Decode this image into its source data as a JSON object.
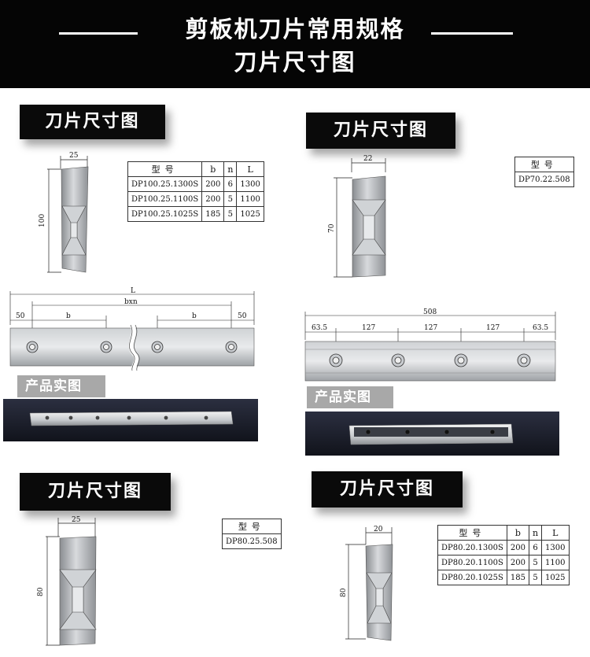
{
  "header": {
    "title_line1": "剪板机刀片常用规格",
    "title_line2": "刀片尺寸图"
  },
  "sections": {
    "tl": {
      "tag": "刀片尺寸图",
      "width_dim": "25",
      "height_dim": "100",
      "table": {
        "headers": [
          "型号",
          "b",
          "n",
          "L"
        ],
        "rows": [
          [
            "DP100.25.1300S",
            "200",
            "6",
            "1300"
          ],
          [
            "DP100.25.1100S",
            "200",
            "5",
            "1100"
          ],
          [
            "DP100.25.1025S",
            "185",
            "5",
            "1025"
          ]
        ]
      },
      "long_dims": {
        "total": "L",
        "inner": "bxn",
        "end_left": "50",
        "seg_left": "b",
        "seg_right": "b",
        "end_right": "50"
      },
      "photo_tag": "产品实图"
    },
    "tr": {
      "tag": "刀片尺寸图",
      "width_dim": "22",
      "height_dim": "70",
      "table": {
        "headers": [
          "型号"
        ],
        "rows": [
          [
            "DP70.22.508"
          ]
        ]
      },
      "long_dims": {
        "total": "508",
        "segments": [
          "63.5",
          "127",
          "127",
          "127",
          "63.5"
        ]
      },
      "photo_tag": "产品实图"
    },
    "bl": {
      "tag": "刀片尺寸图",
      "width_dim": "25",
      "height_dim": "80",
      "table": {
        "headers": [
          "型号"
        ],
        "rows": [
          [
            "DP80.25.508"
          ]
        ]
      }
    },
    "br": {
      "tag": "刀片尺寸图",
      "width_dim": "20",
      "height_dim": "80",
      "table": {
        "headers": [
          "型号",
          "b",
          "n",
          "L"
        ],
        "rows": [
          [
            "DP80.20.1300S",
            "200",
            "6",
            "1300"
          ],
          [
            "DP80.20.1100S",
            "200",
            "5",
            "1100"
          ],
          [
            "DP80.20.1025S",
            "185",
            "5",
            "1025"
          ]
        ]
      }
    }
  },
  "colors": {
    "header_bg": "#050505",
    "tag_bg": "#0a0a0a",
    "photo_tag_bg": "#a8a8a8",
    "steel": "#b9bcc0",
    "photo_bg": "#1c1e2a"
  }
}
